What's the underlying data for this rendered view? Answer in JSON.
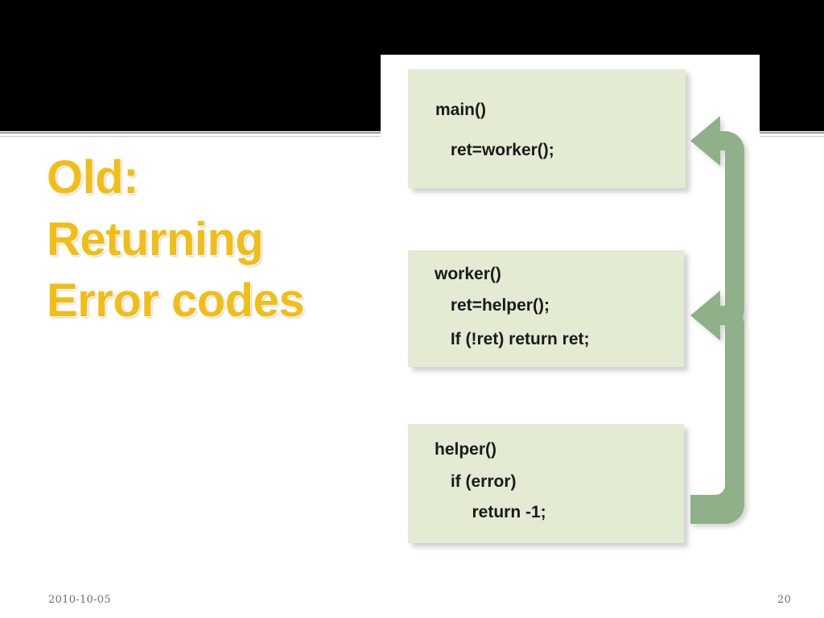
{
  "slide": {
    "title_lines": [
      "Old:",
      "Returning",
      "Error codes"
    ],
    "title_color": "#F0BE16",
    "background_color": "#FFFFFF",
    "header_band_color": "#000000"
  },
  "diagram": {
    "box_fill_color": "#E4EBD3",
    "arrow_color": "#8FB088",
    "boxes": [
      {
        "id": "main",
        "lines": [
          "main()",
          " ret=worker();"
        ]
      },
      {
        "id": "worker",
        "lines": [
          "worker()",
          " ret=helper();",
          " If (!ret) return ret;"
        ]
      },
      {
        "id": "helper",
        "lines": [
          "helper()",
          " if (error)",
          "   return -1;"
        ]
      }
    ],
    "connectors": [
      {
        "id": "worker-returns-to-main",
        "from": "worker",
        "to": "main",
        "direction": "left"
      },
      {
        "id": "helper-returns-to-worker",
        "from": "helper",
        "to": "worker",
        "direction": "left"
      }
    ]
  },
  "footer": {
    "date": "2010-10-05",
    "page_number": "20"
  }
}
